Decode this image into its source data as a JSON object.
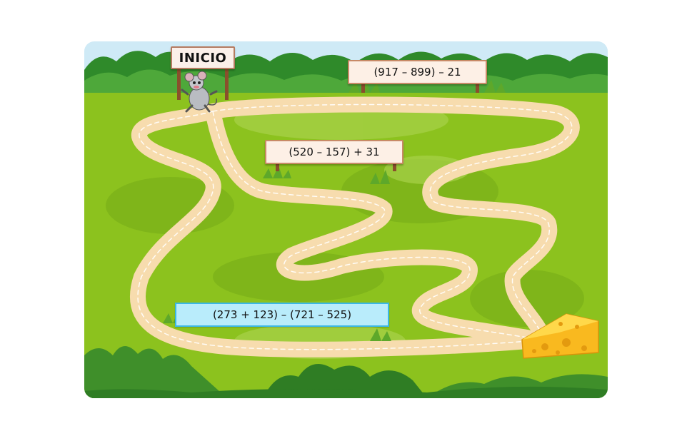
{
  "game": {
    "start_label": "INICIO",
    "options": [
      {
        "id": "top-right",
        "expression": "(917 – 899) – 21",
        "selected": false
      },
      {
        "id": "middle",
        "expression": "(520 – 157) + 31",
        "selected": false
      },
      {
        "id": "bottom-left",
        "expression": "(273 + 123) – (721 – 525)",
        "selected": true
      }
    ],
    "start_character": "mouse-icon",
    "goal": "cheese-icon"
  },
  "colors": {
    "sky": "#cfeaf6",
    "grass": "#8cc21e",
    "path": "#f7dcae",
    "selected_fill": "#b9ecfb",
    "selected_border": "#3bb7e3",
    "cheese": "#f9b91f"
  }
}
